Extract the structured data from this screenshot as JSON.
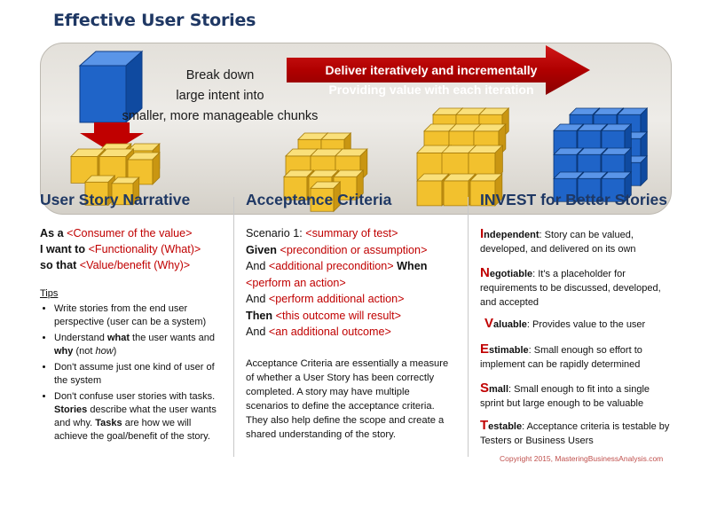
{
  "title": "Effective User Stories",
  "banner": {
    "break_down_lines": [
      "Break down",
      "large intent into",
      "smaller, more manageable chunks"
    ],
    "arrow_lines": [
      "Deliver iteratively and incrementally",
      "Providing value with each iteration"
    ]
  },
  "sections": {
    "narrative": {
      "heading": "User Story Narrative",
      "lines": [
        {
          "lead": "As a ",
          "value": "<Consumer of the value>"
        },
        {
          "lead": "I want to ",
          "value": "<Functionality (What)>"
        },
        {
          "lead": "so that ",
          "value": "<Value/benefit (Why)>"
        }
      ],
      "tips_heading": "Tips",
      "tips": [
        {
          "parts": [
            {
              "t": "Write stories from the end user perspective (user can be a system)",
              "s": ""
            }
          ]
        },
        {
          "parts": [
            {
              "t": "Understand ",
              "s": ""
            },
            {
              "t": "what",
              "s": "b"
            },
            {
              "t": " the user wants and ",
              "s": ""
            },
            {
              "t": "why",
              "s": "b"
            },
            {
              "t": " (not ",
              "s": ""
            },
            {
              "t": "how",
              "s": "i"
            },
            {
              "t": ")",
              "s": ""
            }
          ]
        },
        {
          "parts": [
            {
              "t": "Don't assume just one kind of user of the system",
              "s": ""
            }
          ]
        },
        {
          "parts": [
            {
              "t": "Don't confuse user stories with tasks. ",
              "s": ""
            },
            {
              "t": "Stories",
              "s": "b"
            },
            {
              "t": " describe what the user wants and why. ",
              "s": ""
            },
            {
              "t": "Tasks",
              "s": "b"
            },
            {
              "t": " are how we will achieve the goal/benefit of the story.",
              "s": ""
            }
          ]
        }
      ]
    },
    "acceptance": {
      "heading": "Acceptance Criteria",
      "scenario_label": "Scenario 1: ",
      "scenario_value": "<summary of test>",
      "given": "Given ",
      "given_value": "<precondition or assumption>",
      "and1": "And ",
      "and1_value": "<additional precondition>",
      "when": " When",
      "when_value": "<perform an action>",
      "and2": "And ",
      "and2_value": "<perform additional action>",
      "then": "Then ",
      "then_value": "<this outcome will result>",
      "and3": "And ",
      "and3_value": "<an additional outcome>",
      "paragraph": "Acceptance Criteria are essentially a measure of whether a User Story has been correctly completed. A story may have multiple scenarios to define the acceptance criteria. They also help define the scope and create a shared understanding of the story."
    },
    "invest": {
      "heading": "INVEST for Better Stories",
      "items": [
        {
          "letter": "I",
          "rest": "ndependent",
          "text": ": Story can be valued, developed, and delivered on its own"
        },
        {
          "letter": "N",
          "rest": "egotiable",
          "text": ": It's a placeholder for requirements to be discussed, developed, and accepted"
        },
        {
          "letter": "V",
          "rest": "aluable",
          "text": ": Provides value to the user"
        },
        {
          "letter": "E",
          "rest": "stimable",
          "text": ": Small enough so effort to implement can be rapidly determined"
        },
        {
          "letter": "S",
          "rest": "mall",
          "text": ": Small enough to fit into a single sprint but large enough to be valuable"
        },
        {
          "letter": "T",
          "rest": "estable",
          "text": ": Acceptance criteria is testable by Testers or Business Users"
        }
      ]
    }
  },
  "copyright": "Copyright 2015, MasteringBusinessAnalysis.com",
  "colors": {
    "heading": "#1f3864",
    "accent_red": "#c00000",
    "cube_blue": "#1f64c8",
    "cube_gold": "#f0c020"
  }
}
